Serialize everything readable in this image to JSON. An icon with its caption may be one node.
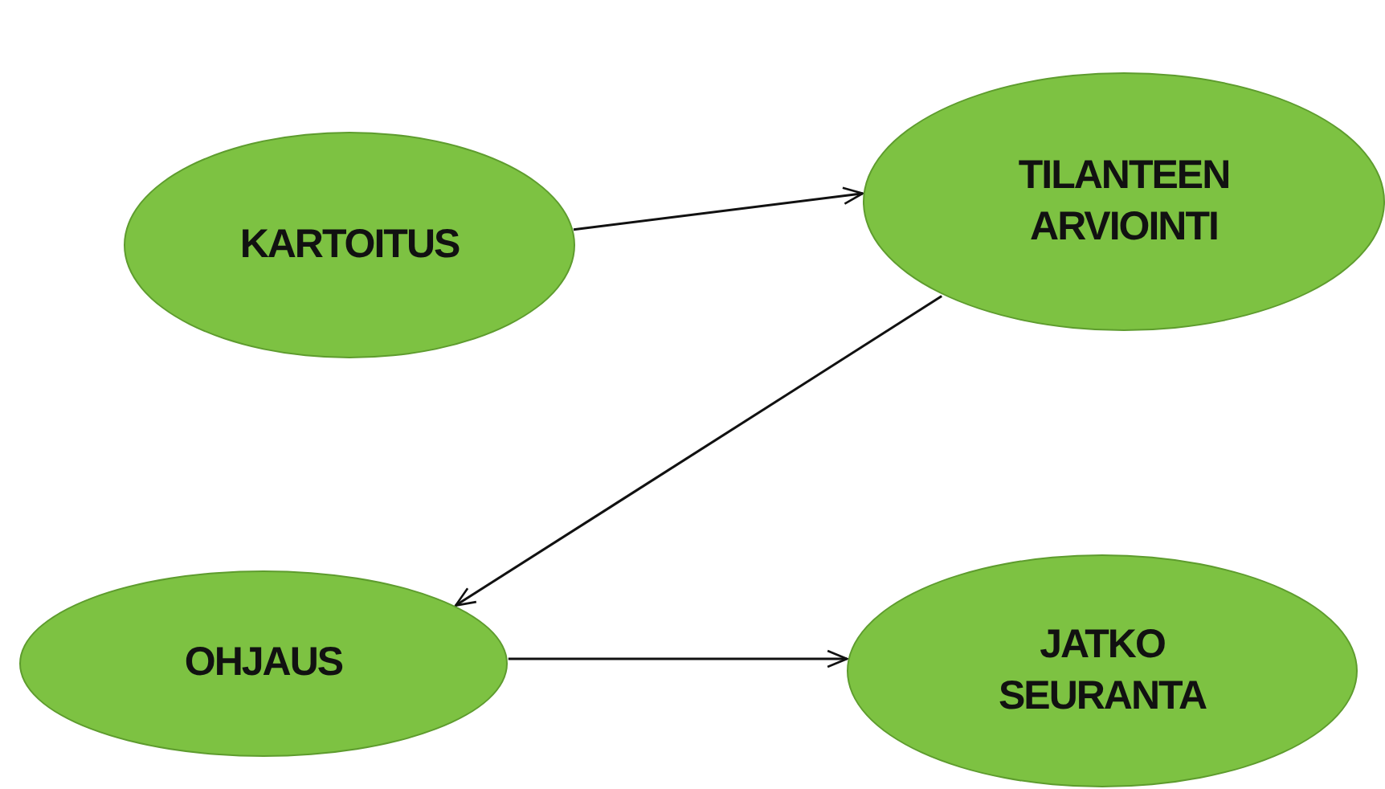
{
  "diagram": {
    "nodes": [
      {
        "text": [
          "KARTOITUS"
        ]
      },
      {
        "text": [
          "TILANTEEN ARVIOINTI"
        ]
      },
      {
        "text": [
          "OHJAUS"
        ]
      },
      {
        "text": [
          "JATKO SEURANTA"
        ]
      }
    ],
    "edges": [
      {
        "from": 0,
        "to": 1,
        "arrow": "to"
      },
      {
        "from": 1,
        "to": 2,
        "arrow": "to"
      },
      {
        "from": 2,
        "to": 3,
        "arrow": "to"
      }
    ]
  }
}
